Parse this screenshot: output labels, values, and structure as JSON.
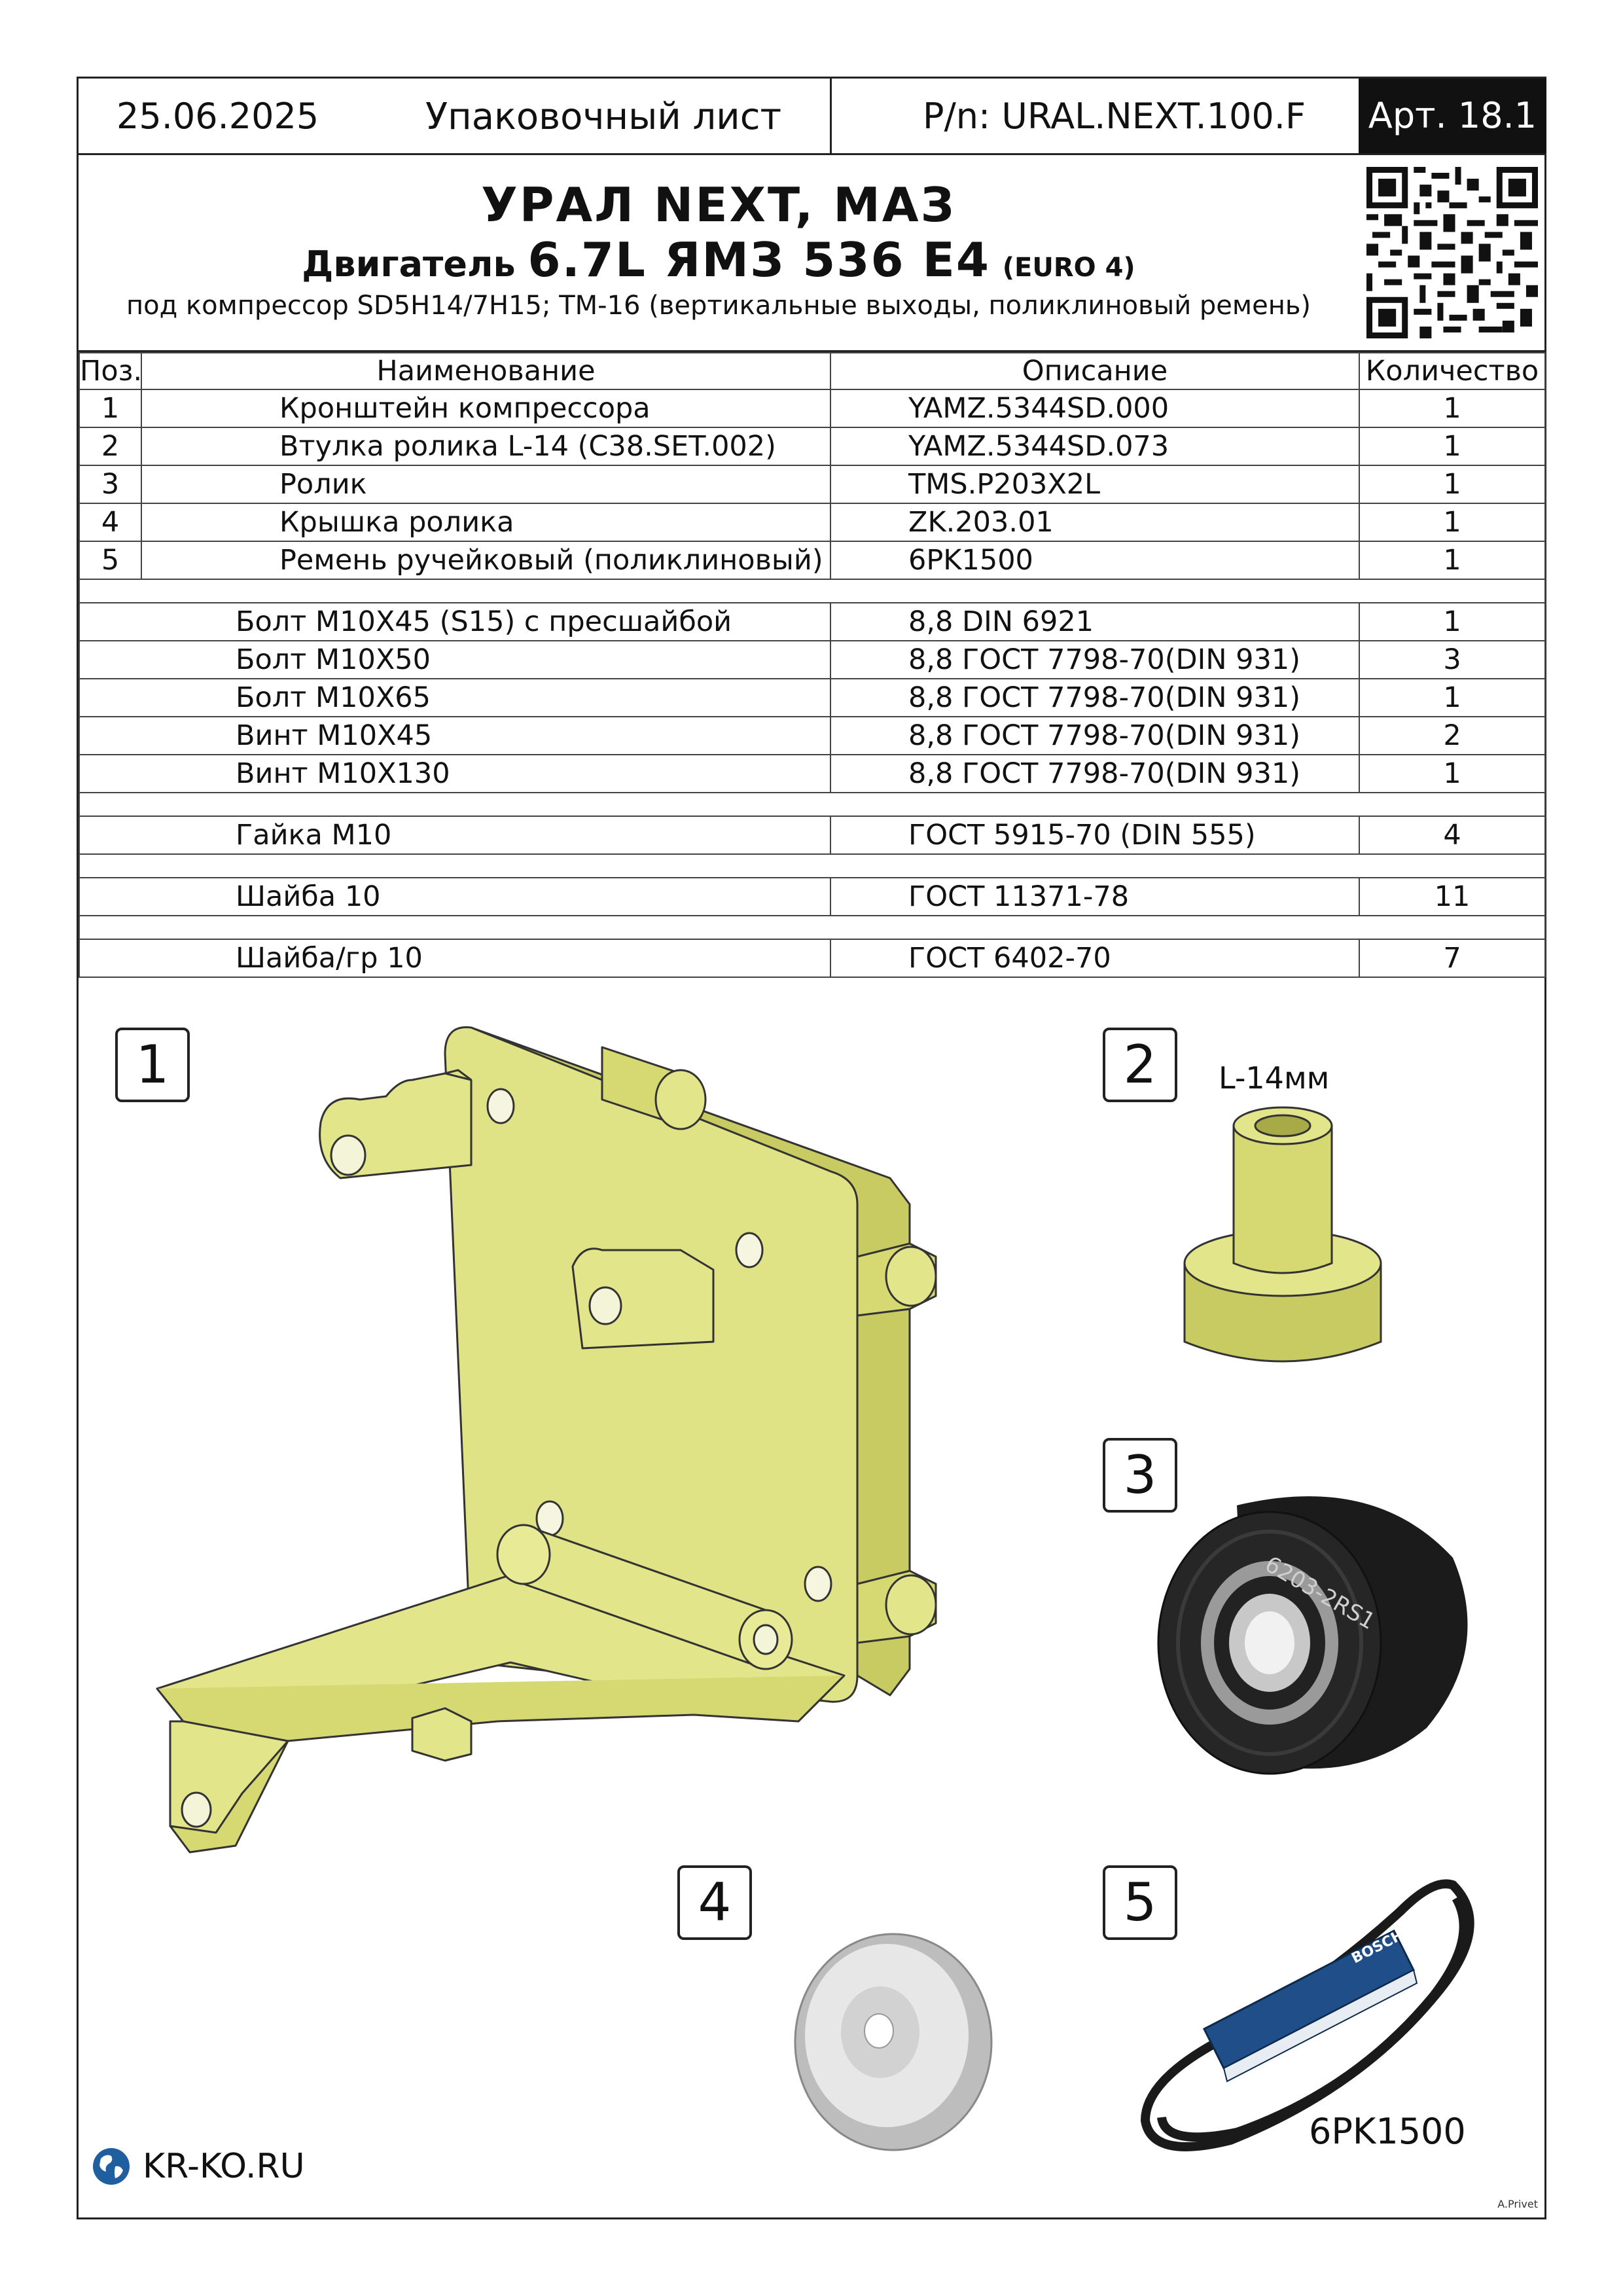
{
  "header": {
    "date": "25.06.2025",
    "doc_title": "Упаковочный лист",
    "part_number": "P/n: URAL.NEXT.100.F",
    "article": "Арт. 18.1"
  },
  "title": {
    "line1": "УРАЛ NEXT, МАЗ",
    "line2_prefix": "Двигатель",
    "line2_main": "6.7L ЯМЗ 536 Е4",
    "line2_suffix": "(EURO 4)",
    "line3": "под компрессор SD5H14/7H15; ТМ-16 (вертикальные выходы, поликлиновый ремень)"
  },
  "table": {
    "headers": {
      "pos": "Поз.",
      "name": "Наименование",
      "desc": "Описание",
      "qty": "Количество"
    },
    "items": [
      {
        "pos": "1",
        "name": "Кронштейн компрессора",
        "desc": "YAMZ.5344SD.000",
        "qty": "1"
      },
      {
        "pos": "2",
        "name": "Втулка ролика L-14 (C38.SET.002)",
        "desc": "YAMZ.5344SD.073",
        "qty": "1"
      },
      {
        "pos": "3",
        "name": "Ролик",
        "desc": "TMS.P203X2L",
        "qty": "1"
      },
      {
        "pos": "4",
        "name": "Крышка ролика",
        "desc": "ZK.203.01",
        "qty": "1"
      },
      {
        "pos": "5",
        "name": "Ремень ручейковый (поликлиновый)",
        "desc": "6PK1500",
        "qty": "1"
      }
    ],
    "bolts": [
      {
        "name": "Болт М10Х45 (S15) с пресшайбой",
        "desc": "8,8 DIN 6921",
        "qty": "1"
      },
      {
        "name": "Болт М10Х50",
        "desc": "8,8 ГОСТ 7798-70(DIN 931)",
        "qty": "3"
      },
      {
        "name": "Болт М10Х65",
        "desc": "8,8 ГОСТ 7798-70(DIN 931)",
        "qty": "1"
      },
      {
        "name": "Винт М10Х45",
        "desc": "8,8 ГОСТ 7798-70(DIN 931)",
        "qty": "2"
      },
      {
        "name": "Винт М10Х130",
        "desc": "8,8 ГОСТ 7798-70(DIN 931)",
        "qty": "1"
      }
    ],
    "nut": {
      "name": "Гайка М10",
      "desc": "ГОСТ 5915-70 (DIN 555)",
      "qty": "4"
    },
    "washer": {
      "name": "Шайба 10",
      "desc": "ГОСТ 11371-78",
      "qty": "11"
    },
    "spring_washer": {
      "name": "Шайба/гр 10",
      "desc": "ГОСТ 6402-70",
      "qty": "7"
    }
  },
  "illustrations": {
    "label_1": "1",
    "label_2": "2",
    "label_3": "3",
    "label_4": "4",
    "label_5": "5",
    "bushing_note": "L-14мм",
    "roller_marking": "6203-2RS1",
    "belt_brand": "BOSCH",
    "belt_caption": "6PK1500"
  },
  "footer": {
    "site": "KR-KO.RU",
    "signature": "A.Privet"
  },
  "colors": {
    "part_yellow": "#e3e58a",
    "part_shadow": "#c8ca62",
    "roller_black": "#1b1b1b",
    "belt_box_blue": "#1f4e88",
    "article_bg": "#111111"
  }
}
